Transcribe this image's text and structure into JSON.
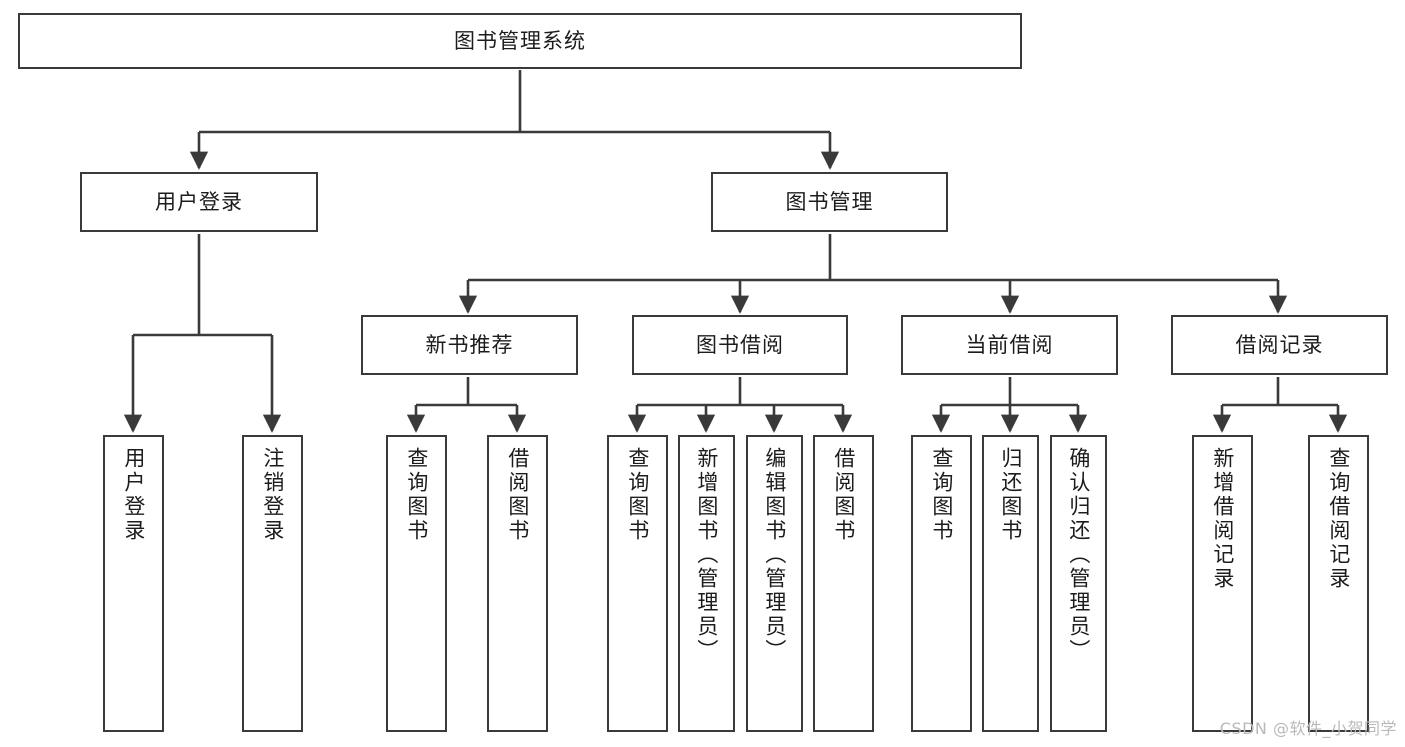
{
  "diagram": {
    "title": "图书管理系统",
    "watermark": "CSDN @软件_小贺同学",
    "line_color": "#3a3a3a",
    "box_fill": "#ffffff",
    "text_color": "#1c1c1c",
    "watermark_color": "#b9b9b9",
    "type": "tree",
    "orientation": "top-down",
    "root": {
      "id": "root",
      "label": "图书管理系统"
    },
    "level1": [
      {
        "id": "user-login",
        "label": "用户登录"
      },
      {
        "id": "book-management",
        "label": "图书管理"
      }
    ],
    "level2": [
      {
        "id": "new-book-recommend",
        "label": "新书推荐",
        "parent": "book-management"
      },
      {
        "id": "book-borrow",
        "label": "图书借阅",
        "parent": "book-management"
      },
      {
        "id": "current-borrow",
        "label": "当前借阅",
        "parent": "book-management"
      },
      {
        "id": "borrow-record",
        "label": "借阅记录",
        "parent": "book-management"
      }
    ],
    "leaves": [
      {
        "id": "leaf-user-login",
        "label": "用户登录",
        "parent": "user-login"
      },
      {
        "id": "leaf-user-logout",
        "label": "注销登录",
        "parent": "user-login"
      },
      {
        "id": "leaf-query-book-1",
        "label": "查询图书",
        "parent": "new-book-recommend"
      },
      {
        "id": "leaf-borrow-book-1",
        "label": "借阅图书",
        "parent": "new-book-recommend"
      },
      {
        "id": "leaf-query-book-2",
        "label": "查询图书",
        "parent": "book-borrow"
      },
      {
        "id": "leaf-add-book",
        "label": "新增图书（管理员）",
        "parent": "book-borrow"
      },
      {
        "id": "leaf-edit-book",
        "label": "编辑图书（管理员）",
        "parent": "book-borrow"
      },
      {
        "id": "leaf-borrow-book-2",
        "label": "借阅图书",
        "parent": "book-borrow"
      },
      {
        "id": "leaf-query-book-3",
        "label": "查询图书",
        "parent": "current-borrow"
      },
      {
        "id": "leaf-return-book",
        "label": "归还图书",
        "parent": "current-borrow"
      },
      {
        "id": "leaf-confirm-return",
        "label": "确认归还（管理员）",
        "parent": "current-borrow"
      },
      {
        "id": "leaf-add-record",
        "label": "新增借阅记录",
        "parent": "borrow-record"
      },
      {
        "id": "leaf-query-record",
        "label": "查询借阅记录",
        "parent": "borrow-record"
      }
    ]
  }
}
